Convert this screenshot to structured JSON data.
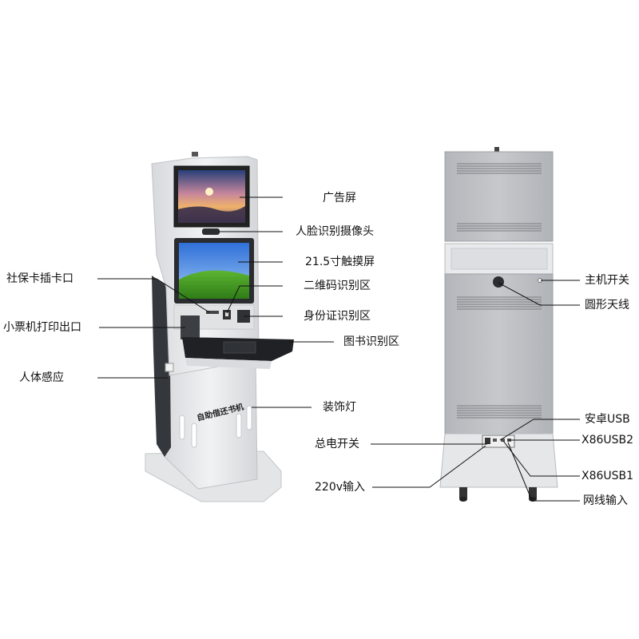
{
  "front_labels": {
    "ad_screen": "广告屏",
    "face_camera": "人脸识别摄像头",
    "touch_screen": "21.5寸触摸屏",
    "qr_area": "二维码识别区",
    "id_area": "身份证识别区",
    "book_area": "图书识别区",
    "decor_light": "装饰灯",
    "social_card_slot": "社保卡插卡口",
    "ticket_printer": "小票机打印出口",
    "body_sensor": "人体感应"
  },
  "back_labels": {
    "power_switch_host": "主机开关",
    "antenna": "圆形天线",
    "android_usb": "安卓USB",
    "x86_usb2": "X86USB2",
    "x86_usb1": "X86USB1",
    "network_in": "网线输入",
    "main_power": "总电开关",
    "ac_input": "220v输入"
  },
  "branding": {
    "kiosk_name": "自助借还书机"
  },
  "colors": {
    "body_light": "#e6e7e9",
    "body_mid": "#c9cbce",
    "side_dark": "#3a3d41",
    "back_panel": "#b9bcc0",
    "vent": "#8a8d91"
  }
}
